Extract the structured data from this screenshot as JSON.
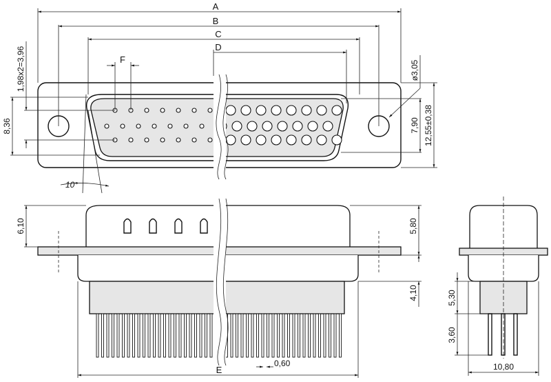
{
  "drawing": {
    "labels": {
      "A": "A",
      "B": "B",
      "C": "C",
      "D": "D",
      "E": "E",
      "F": "F",
      "pitch_vertical": "1,98x2=3,96",
      "height_inner": "8,36",
      "angle": "10°",
      "hole_diameter": "ø3,05",
      "shell_height": "7,90",
      "flange_height": "12,55±0,38",
      "body_height_left": "6,10",
      "body_height_right": "5,80",
      "lower_height": "4,10",
      "pin_width": "0,60",
      "block_height": "5,30",
      "pin_length": "3,60",
      "depth": "10,80"
    }
  }
}
